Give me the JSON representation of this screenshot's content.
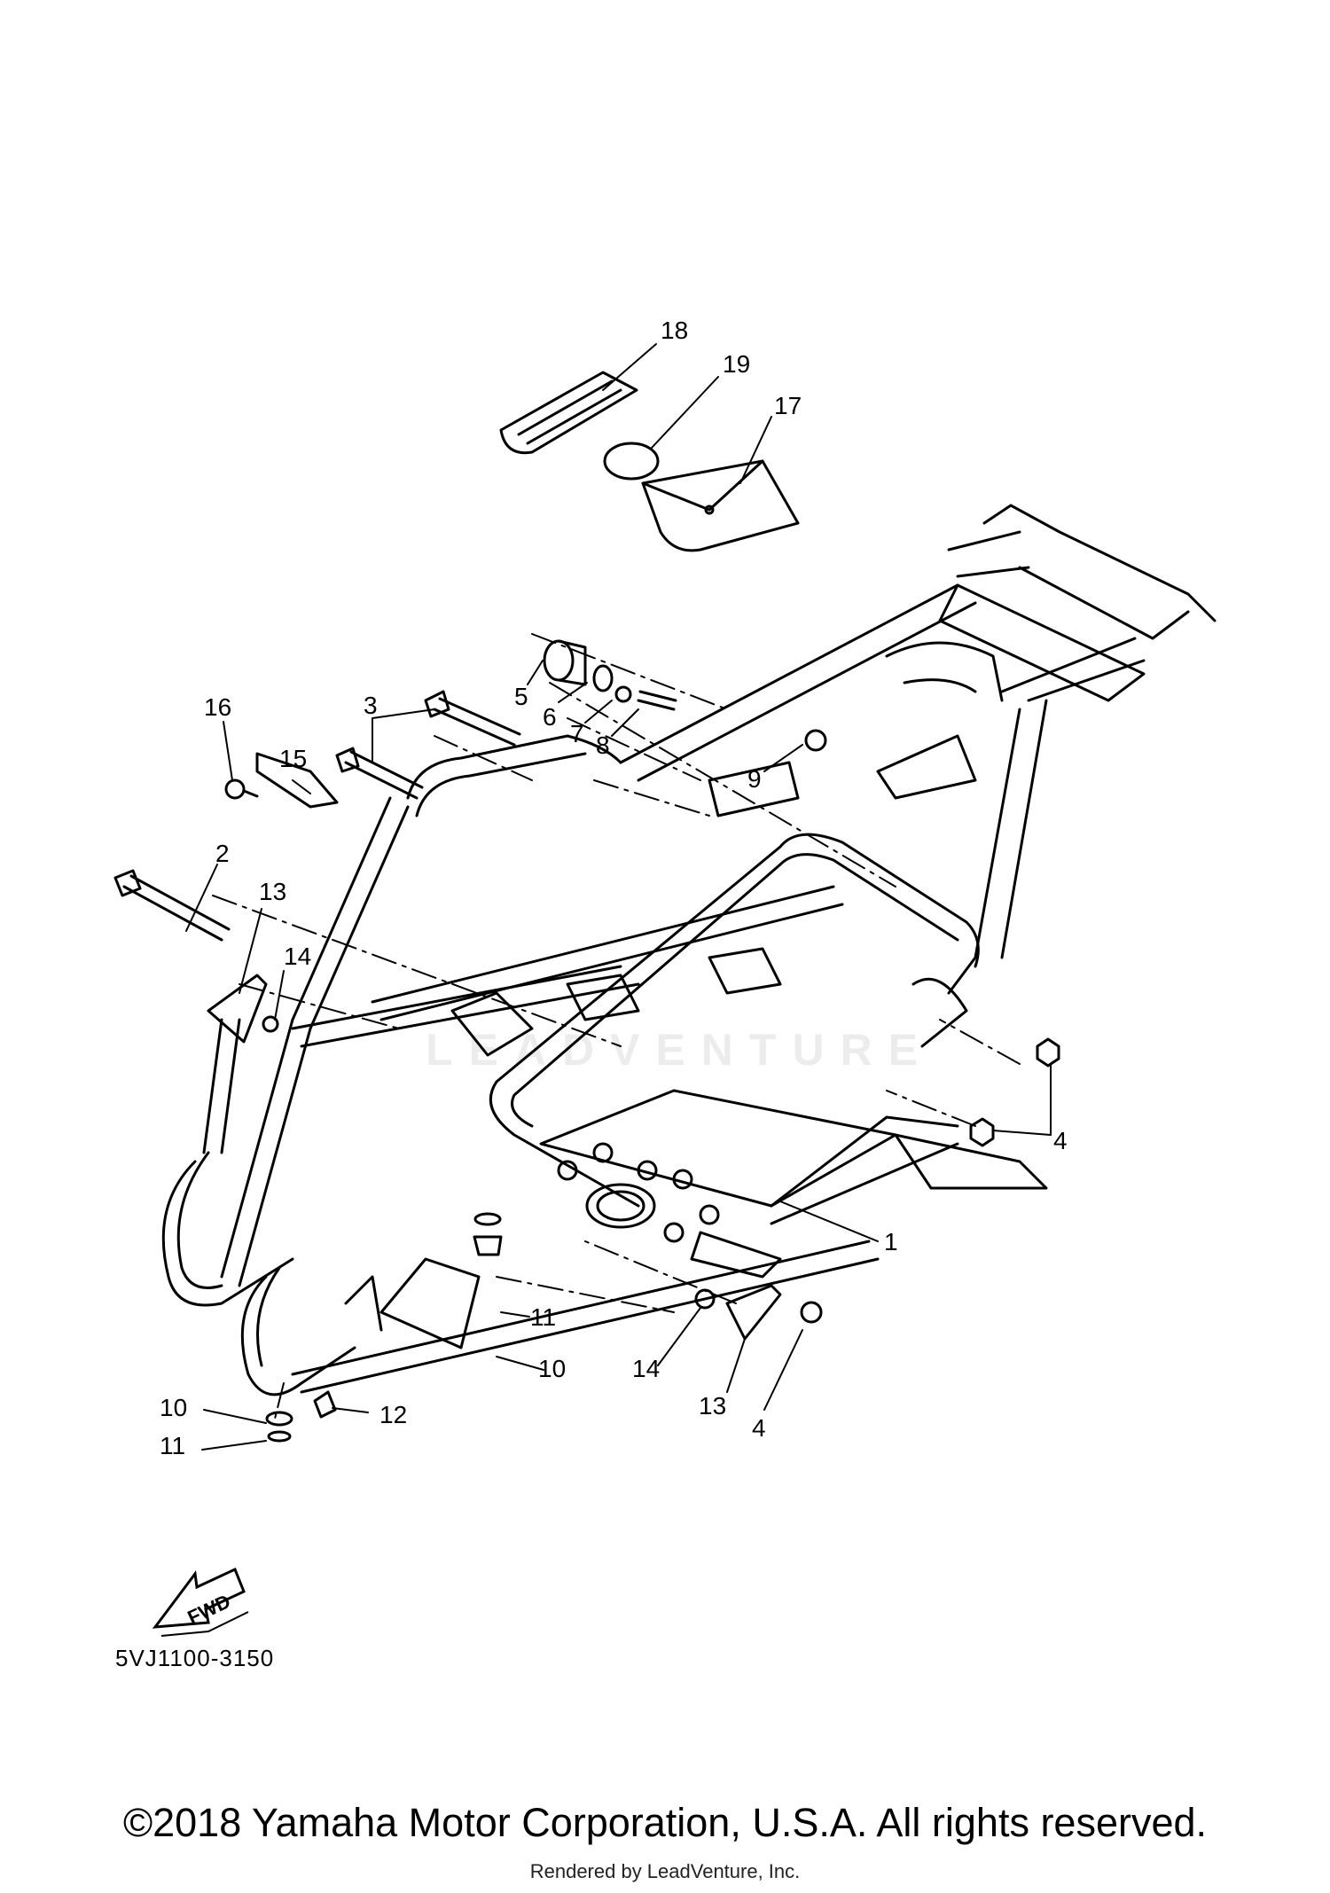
{
  "diagram": {
    "drawing_code": "5VJ1100-3150",
    "copyright": "©2018 Yamaha Motor Corporation, U.S.A. All rights reserved.",
    "rendered_by": "Rendered by LeadVenture, Inc.",
    "watermark": "LEADVENTURE",
    "direction_label": "FWD",
    "callouts": [
      "18",
      "19",
      "17",
      "16",
      "3",
      "5",
      "6",
      "7",
      "8",
      "9",
      "15",
      "2",
      "13",
      "14",
      "4",
      "1",
      "11",
      "10",
      "14",
      "13",
      "4",
      "10",
      "12",
      "11"
    ]
  }
}
